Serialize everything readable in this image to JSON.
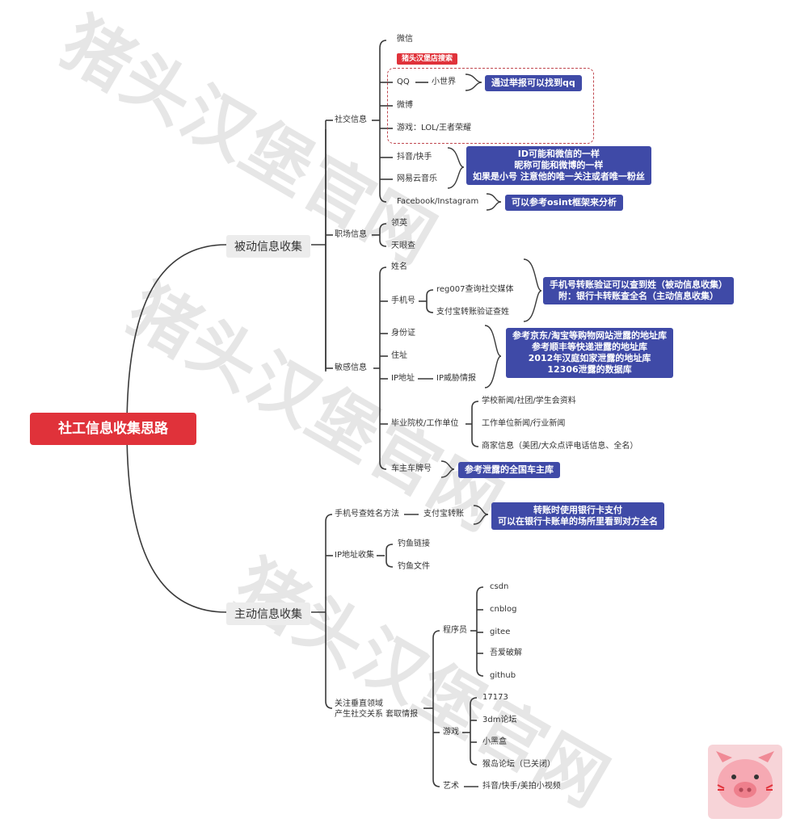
{
  "root": "社工信息收集思路",
  "watermark": "猪头汉堡官网",
  "branches": {
    "passive": "被动信息收集",
    "active": "主动信息收集"
  },
  "passive": {
    "social": {
      "label": "社交信息",
      "tag": "猪头汉堡店搜索",
      "items": {
        "wechat": "微信",
        "qq": "QQ",
        "qq_sub": "小世界",
        "weibo": "微博",
        "game": "游戏：LOL/王者荣耀",
        "douyin": "抖音/快手",
        "netease": "网易云音乐",
        "facebook": "Facebook/Instagram"
      },
      "notes": {
        "qq": "通过举报可以找到qq",
        "id": "ID可能和微信的一样\n昵称可能和微博的一样\n如果是小号 注意他的唯一关注或者唯一粉丝",
        "osint": "可以参考osint框架来分析"
      }
    },
    "job": {
      "label": "职场信息",
      "items": [
        "领英",
        "天眼查"
      ]
    },
    "sensitive": {
      "label": "敏感信息",
      "name": "姓名",
      "phone": "手机号",
      "phone_subs": [
        "reg007查询社交媒体",
        "支付宝转账验证查姓"
      ],
      "idcard": "身份证",
      "address": "住址",
      "ip": "IP地址",
      "ip_sub": "IP威胁情报",
      "school": "毕业院校/工作单位",
      "school_subs": [
        "学校新闻/社团/学生会资料",
        "工作单位新闻/行业新闻",
        "商家信息（美团/大众点评电话信息、全名）"
      ],
      "car": "车主车牌号",
      "notes": {
        "phone": "手机号转账验证可以查到姓（被动信息收集）\n附：银行卡转账查全名（主动信息收集）",
        "leak": "参考京东/淘宝等购物网站泄露的地址库\n参考顺丰等快递泄露的地址库\n2012年汉庭如家泄露的地址库\n12306泄露的数据库",
        "car": "参考泄露的全国车主库"
      }
    }
  },
  "active": {
    "phone": {
      "label": "手机号查姓名方法",
      "sub": "支付宝转账",
      "note": "转账时使用银行卡支付\n可以在银行卡账单的场所里看到对方全名"
    },
    "ip": {
      "label": "IP地址收集",
      "items": [
        "钓鱼链接",
        "钓鱼文件"
      ]
    },
    "vertical": {
      "label": "关注垂直领域\n产生社交关系 套取情报",
      "programmer": {
        "label": "程序员",
        "items": [
          "csdn",
          "cnblog",
          "gitee",
          "吾爱破解",
          "github"
        ]
      },
      "game": {
        "label": "游戏",
        "items": [
          "17173",
          "3dm论坛",
          "小黑盒",
          "猴岛论坛（已关闭）"
        ]
      },
      "art": {
        "label": "艺术",
        "sub": "抖音/快手/美拍小视频"
      }
    }
  }
}
